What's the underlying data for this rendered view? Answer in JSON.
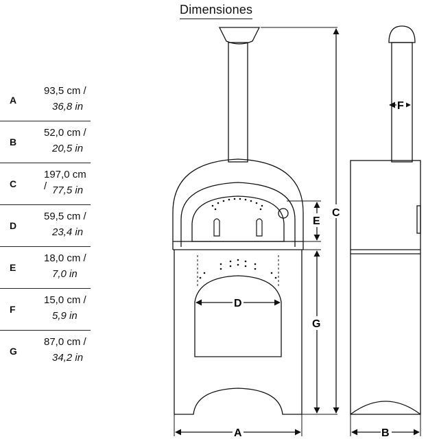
{
  "title": "Dimensiones",
  "dimensions": [
    {
      "letter": "A",
      "cm": "93,5 cm /",
      "inch": "36,8 in"
    },
    {
      "letter": "B",
      "cm": "52,0 cm /",
      "inch": "20,5 in"
    },
    {
      "letter": "C",
      "cm": "197,0 cm /",
      "inch": "77,5 in"
    },
    {
      "letter": "D",
      "cm": "59,5 cm /",
      "inch": "23,4 in"
    },
    {
      "letter": "E",
      "cm": "18,0 cm /",
      "inch": "7,0 in"
    },
    {
      "letter": "F",
      "cm": "15,0 cm /",
      "inch": "5,9 in"
    },
    {
      "letter": "G",
      "cm": "87,0 cm /",
      "inch": "34,2 in"
    }
  ]
}
